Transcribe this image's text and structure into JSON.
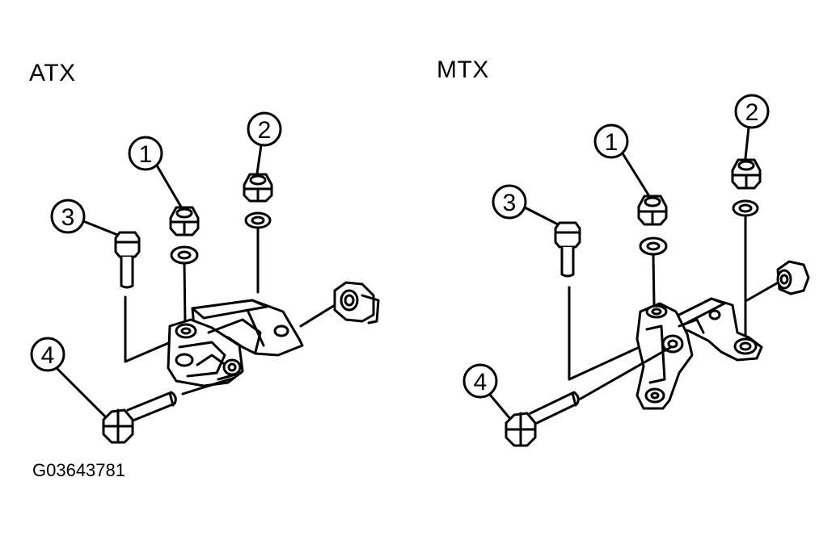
{
  "panels": {
    "atx": {
      "title": "ATX",
      "callouts": [
        "1",
        "2",
        "3",
        "4"
      ]
    },
    "mtx": {
      "title": "MTX",
      "callouts": [
        "1",
        "2",
        "3",
        "4"
      ]
    }
  },
  "figure_code": "G03643781"
}
